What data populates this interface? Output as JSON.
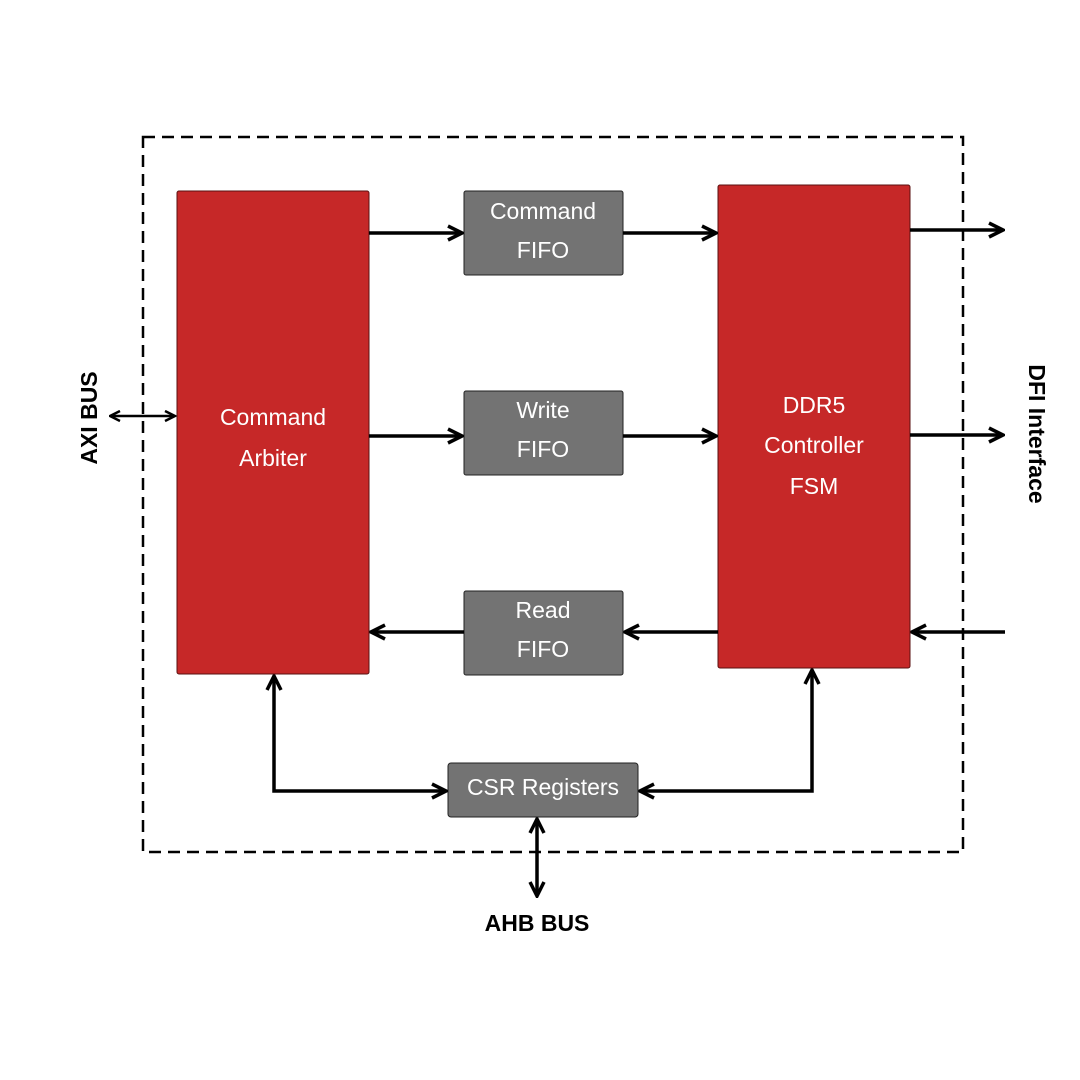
{
  "blocks": {
    "arbiter": {
      "line1": "Command",
      "line2": "Arbiter"
    },
    "cmd_fifo": {
      "line1": "Command",
      "line2": "FIFO"
    },
    "write_fifo": {
      "line1": "Write",
      "line2": "FIFO"
    },
    "read_fifo": {
      "line1": "Read",
      "line2": "FIFO"
    },
    "ddr5": {
      "line1": "DDR5",
      "line2": "Controller",
      "line3": "FSM"
    },
    "csr": {
      "label": "CSR Registers"
    }
  },
  "external": {
    "axi": "AXI BUS",
    "dfi": "DFI Interface",
    "ahb": "AHB BUS"
  },
  "colors": {
    "red_block": "#c62828",
    "gray_block": "#737373"
  }
}
